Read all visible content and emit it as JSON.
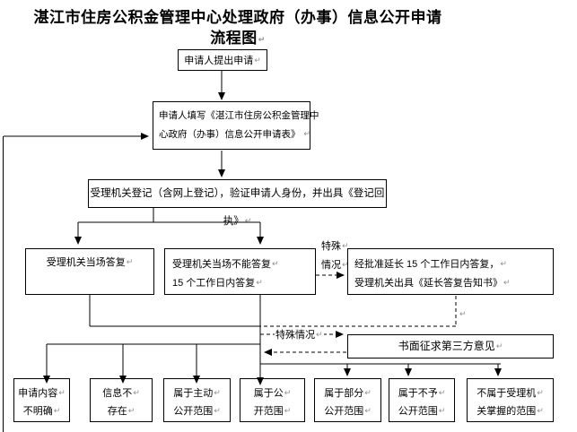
{
  "title": {
    "line1": "湛江市住房公积金管理中心处理政府（办事）信息公开申请",
    "line2": "流程图"
  },
  "boxes": {
    "apply": {
      "text": "申请人提出申请"
    },
    "fill_form": {
      "line1": "申请人填写《湛江市住房公积金管理中",
      "line2": "心政府（办事）信息公开申请表》"
    },
    "register": {
      "text": "受理机关登记（含网上登记），验证申请人身份，并出具《登记回执》"
    },
    "reply_onsite": {
      "text": "受理机关当场答复"
    },
    "reply_15days": {
      "line1": "受理机关当场不能答复",
      "line2": "15 个工作日内答复"
    },
    "reply_extend": {
      "line1": "经批准延长 15 个工作日内答复，",
      "line2": "受理机关出具《延长答复告知书》"
    },
    "third_party": {
      "text": "书面征求第三方意见"
    },
    "outcomes": [
      {
        "line1": "申请内容",
        "line2": "不明确"
      },
      {
        "line1": "信息不",
        "line2": "存在"
      },
      {
        "line1": "属于主动",
        "line2": "公开范围"
      },
      {
        "line1": "属于公",
        "line2": "开范围"
      },
      {
        "line1": "属于部分",
        "line2": "公开范围"
      },
      {
        "line1": "属于不予",
        "line2": "公开范围"
      },
      {
        "line1": "不属于受理机",
        "line2": "关掌握的范围"
      }
    ]
  },
  "labels": {
    "special_case_v1": "特殊",
    "special_case_v2": "情况",
    "special_case_h": "特殊情况"
  },
  "colors": {
    "line": "#000000",
    "box_border": "#000000",
    "background": "#ffffff",
    "text": "#000000",
    "paragraph_mark": "#8f8f8f"
  }
}
